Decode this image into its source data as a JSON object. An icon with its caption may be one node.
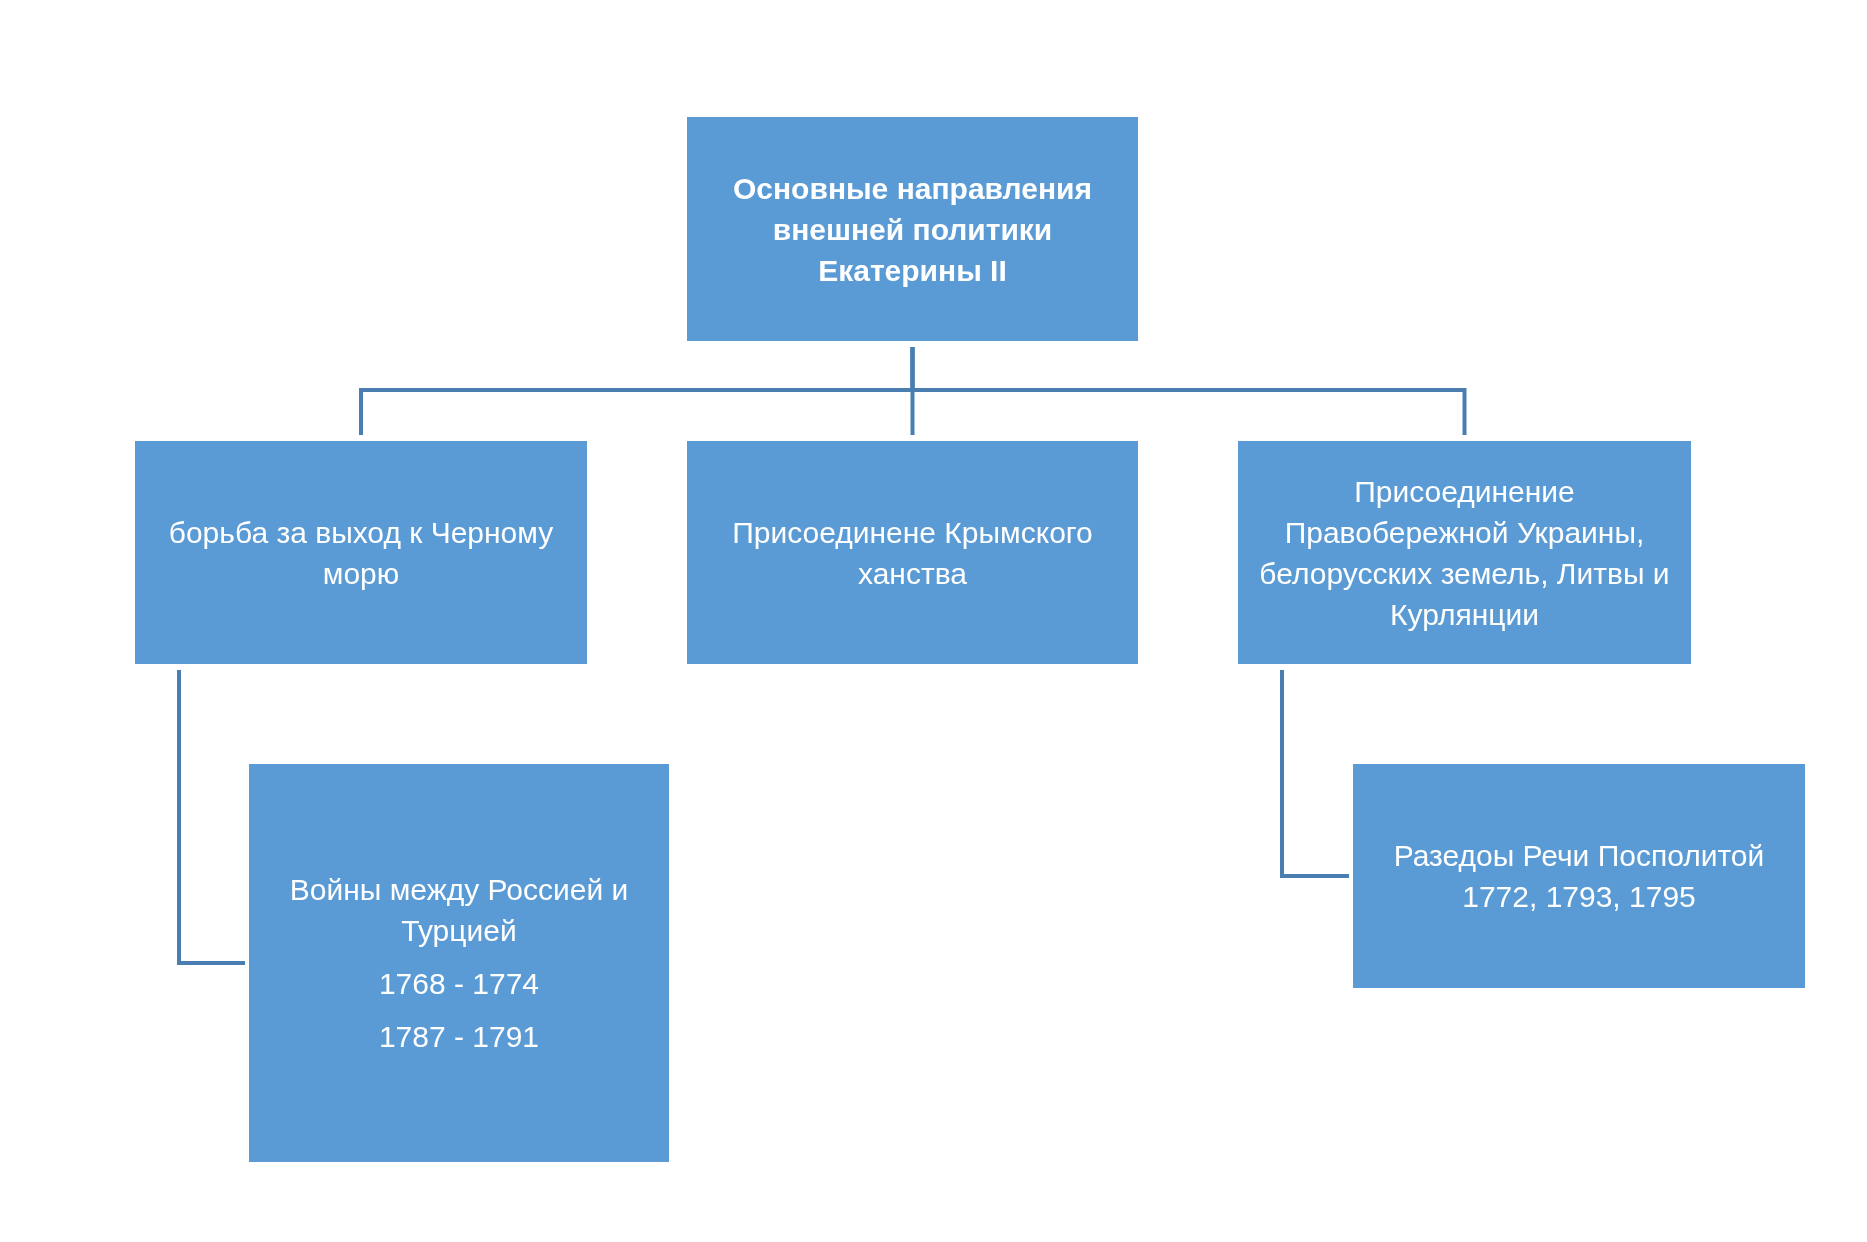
{
  "diagram": {
    "nodes": [
      {
        "text": [
          "Основные направления внешней политики Екатерины II"
        ]
      },
      {
        "text": [
          "борьба за выход к Черному морю"
        ]
      },
      {
        "text": [
          "Присоединене Крымского ханства"
        ]
      },
      {
        "text": [
          "Присоединение Правобережной Украины, белорусских земель, Литвы и Курлянции"
        ]
      },
      {
        "text": [
          "Войны между Россией и Турцией",
          "1768 - 1774",
          "1787 - 1791"
        ]
      },
      {
        "text": [
          "Разедоы Речи Посполитой 1772, 1793, 1795"
        ]
      }
    ],
    "edges": [
      {
        "from": 0,
        "to": 1,
        "arrow": "none"
      },
      {
        "from": 0,
        "to": 2,
        "arrow": "none"
      },
      {
        "from": 0,
        "to": 3,
        "arrow": "none"
      },
      {
        "from": 1,
        "to": 4,
        "arrow": "none"
      },
      {
        "from": 3,
        "to": 5,
        "arrow": "none"
      }
    ]
  }
}
